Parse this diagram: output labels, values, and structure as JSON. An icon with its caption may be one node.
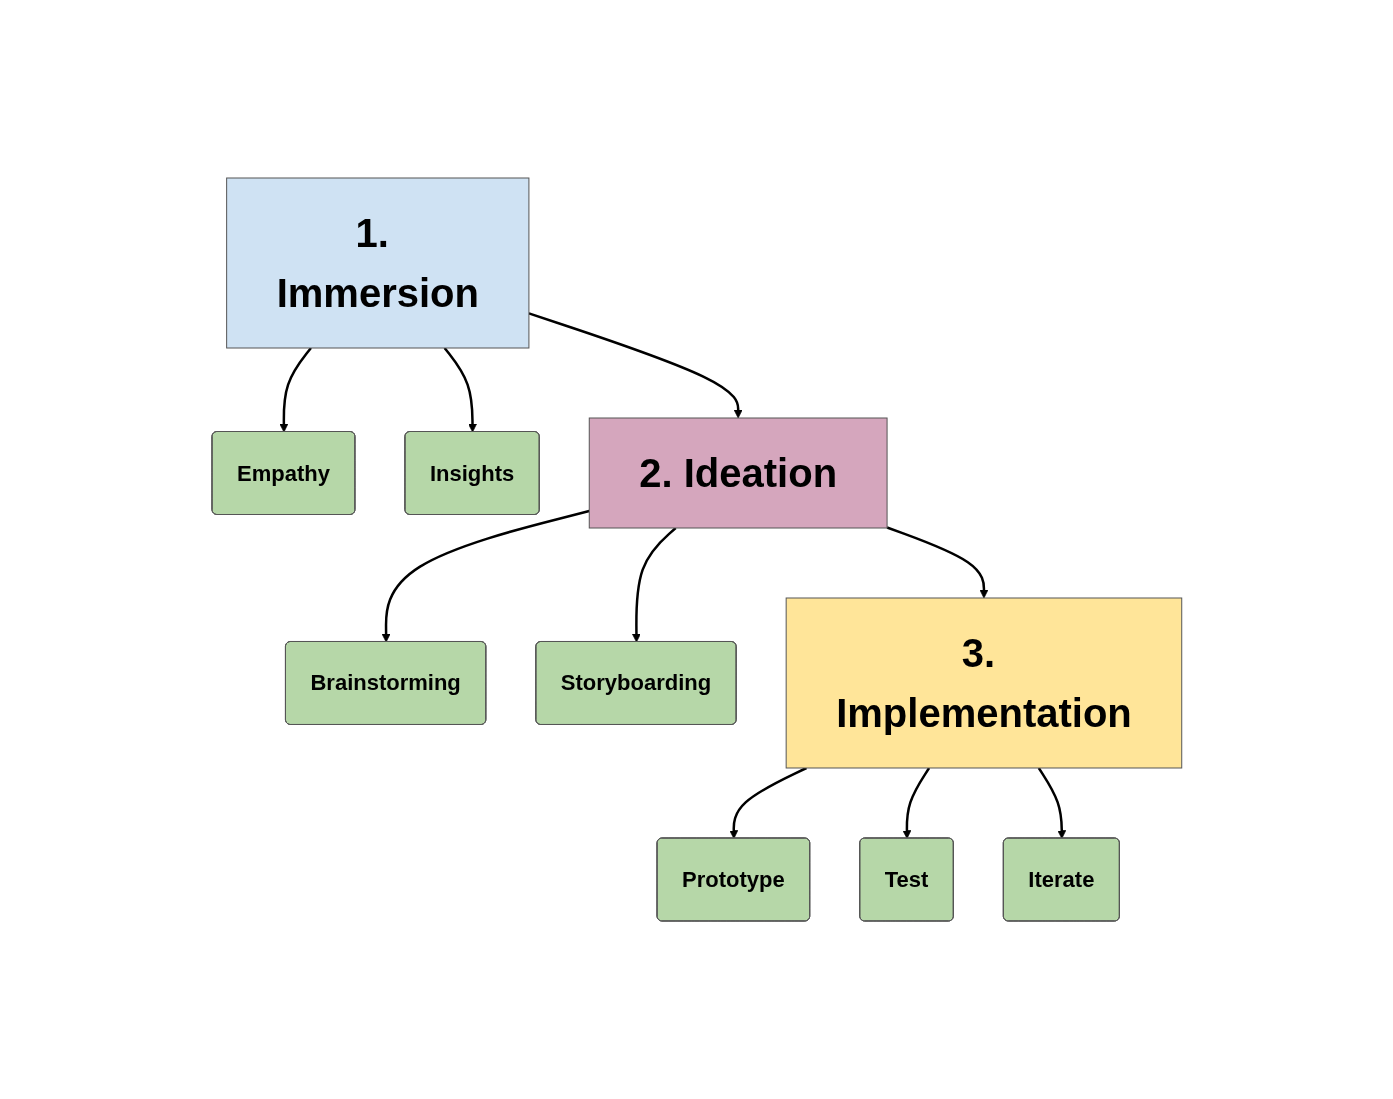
{
  "diagram": {
    "nodes": [
      {
        "text": [
          "1. Immersion"
        ]
      },
      {
        "text": [
          "Empathy"
        ]
      },
      {
        "text": [
          "Insights"
        ]
      },
      {
        "text": [
          "2. Ideation"
        ]
      },
      {
        "text": [
          "Brainstorming"
        ]
      },
      {
        "text": [
          "Storyboarding"
        ]
      },
      {
        "text": [
          "3. Implementation"
        ]
      },
      {
        "text": [
          "Prototype"
        ]
      },
      {
        "text": [
          "Test"
        ]
      },
      {
        "text": [
          "Iterate"
        ]
      }
    ],
    "edges": [
      {
        "from": 0,
        "to": 1,
        "arrow": "to"
      },
      {
        "from": 0,
        "to": 2,
        "arrow": "to"
      },
      {
        "from": 0,
        "to": 3,
        "arrow": "to"
      },
      {
        "from": 3,
        "to": 4,
        "arrow": "to"
      },
      {
        "from": 3,
        "to": 5,
        "arrow": "to"
      },
      {
        "from": 3,
        "to": 6,
        "arrow": "to"
      },
      {
        "from": 6,
        "to": 7,
        "arrow": "to"
      },
      {
        "from": 6,
        "to": 8,
        "arrow": "to"
      },
      {
        "from": 6,
        "to": 9,
        "arrow": "to"
      }
    ]
  }
}
